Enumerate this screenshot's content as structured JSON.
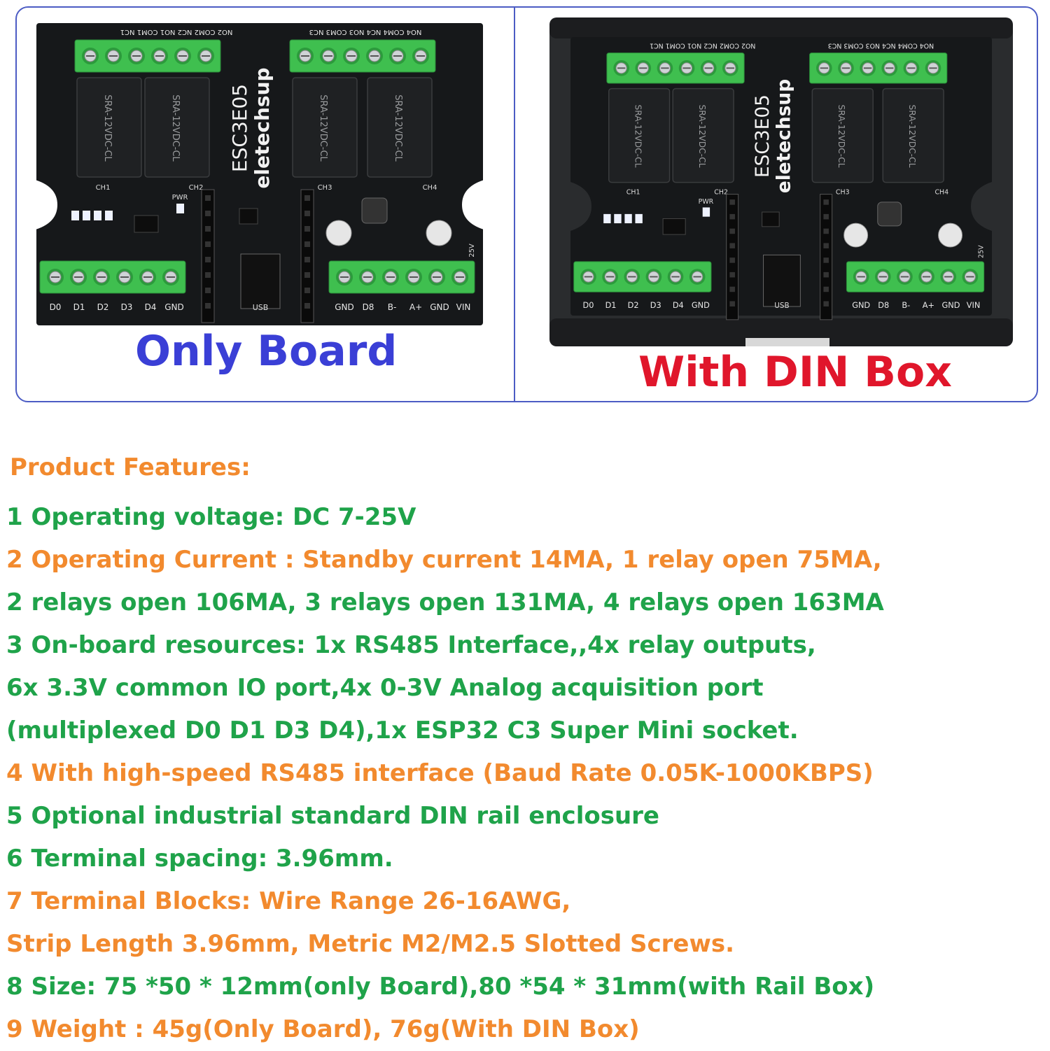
{
  "colors": {
    "frame": "#4c5cc4",
    "caption_board": "#3a3fd6",
    "caption_box": "#e0162b",
    "title": "#f28a2e",
    "green": "#1fa34a",
    "orange": "#f28a2e",
    "pcb": "#16181a",
    "terminal": "#3fbf4f",
    "relay": "#1f2123"
  },
  "captions": {
    "only_board": "Only Board",
    "with_din_box": "With DIN Box"
  },
  "pcb": {
    "model": "ESC3E05",
    "brand": "eletechsup",
    "top_left_label": "NO2 COM2 NC2 NO1 COM1 NC1",
    "top_right_label": "NO4 COM4 NC4 NO3 COM3 NC3",
    "relay_text": "SRA-12VDC-CL",
    "channels": [
      "CH1",
      "CH2",
      "CH3",
      "CH4"
    ],
    "bottom_left_pins": [
      "D0",
      "D1",
      "D2",
      "D3",
      "D4",
      "GND"
    ],
    "bottom_right_pins": [
      "GND",
      "D8",
      "B-",
      "A+",
      "GND",
      "VIN"
    ],
    "usb": "USB",
    "pwr": "PWR",
    "voltage": "25V"
  },
  "features": {
    "title": "Product Features:",
    "lines": [
      {
        "text": "1 Operating voltage: DC 7-25V",
        "color": "green"
      },
      {
        "text": "2 Operating Current : Standby current 14MA, 1 relay open 75MA,",
        "color": "orange"
      },
      {
        "text": "2 relays open 106MA, 3 relays open 131MA, 4 relays open 163MA",
        "color": "green"
      },
      {
        "text": "3 On-board resources: 1x RS485 Interface,,4x relay outputs,",
        "color": "green"
      },
      {
        "text": "6x 3.3V common IO port,4x 0-3V Analog acquisition port",
        "color": "green"
      },
      {
        "text": "(multiplexed D0 D1 D3 D4),1x ESP32 C3 Super Mini socket.",
        "color": "green"
      },
      {
        "text": "4 With high-speed RS485 interface (Baud Rate 0.05K-1000KBPS)",
        "color": "orange"
      },
      {
        "text": "5 Optional industrial standard DIN rail enclosure",
        "color": "green"
      },
      {
        "text": "6 Terminal spacing: 3.96mm.",
        "color": "green"
      },
      {
        "text": "7 Terminal Blocks: Wire Range 26-16AWG,",
        "color": "orange"
      },
      {
        "text": "Strip Length 3.96mm, Metric M2/M2.5 Slotted Screws.",
        "color": "orange"
      },
      {
        "text": "8 Size: 75 *50 * 12mm(only Board),80 *54 * 31mm(with Rail Box)",
        "color": "green"
      },
      {
        "text": "9 Weight : 45g(Only Board), 76g(With DIN Box)",
        "color": "orange"
      }
    ]
  }
}
